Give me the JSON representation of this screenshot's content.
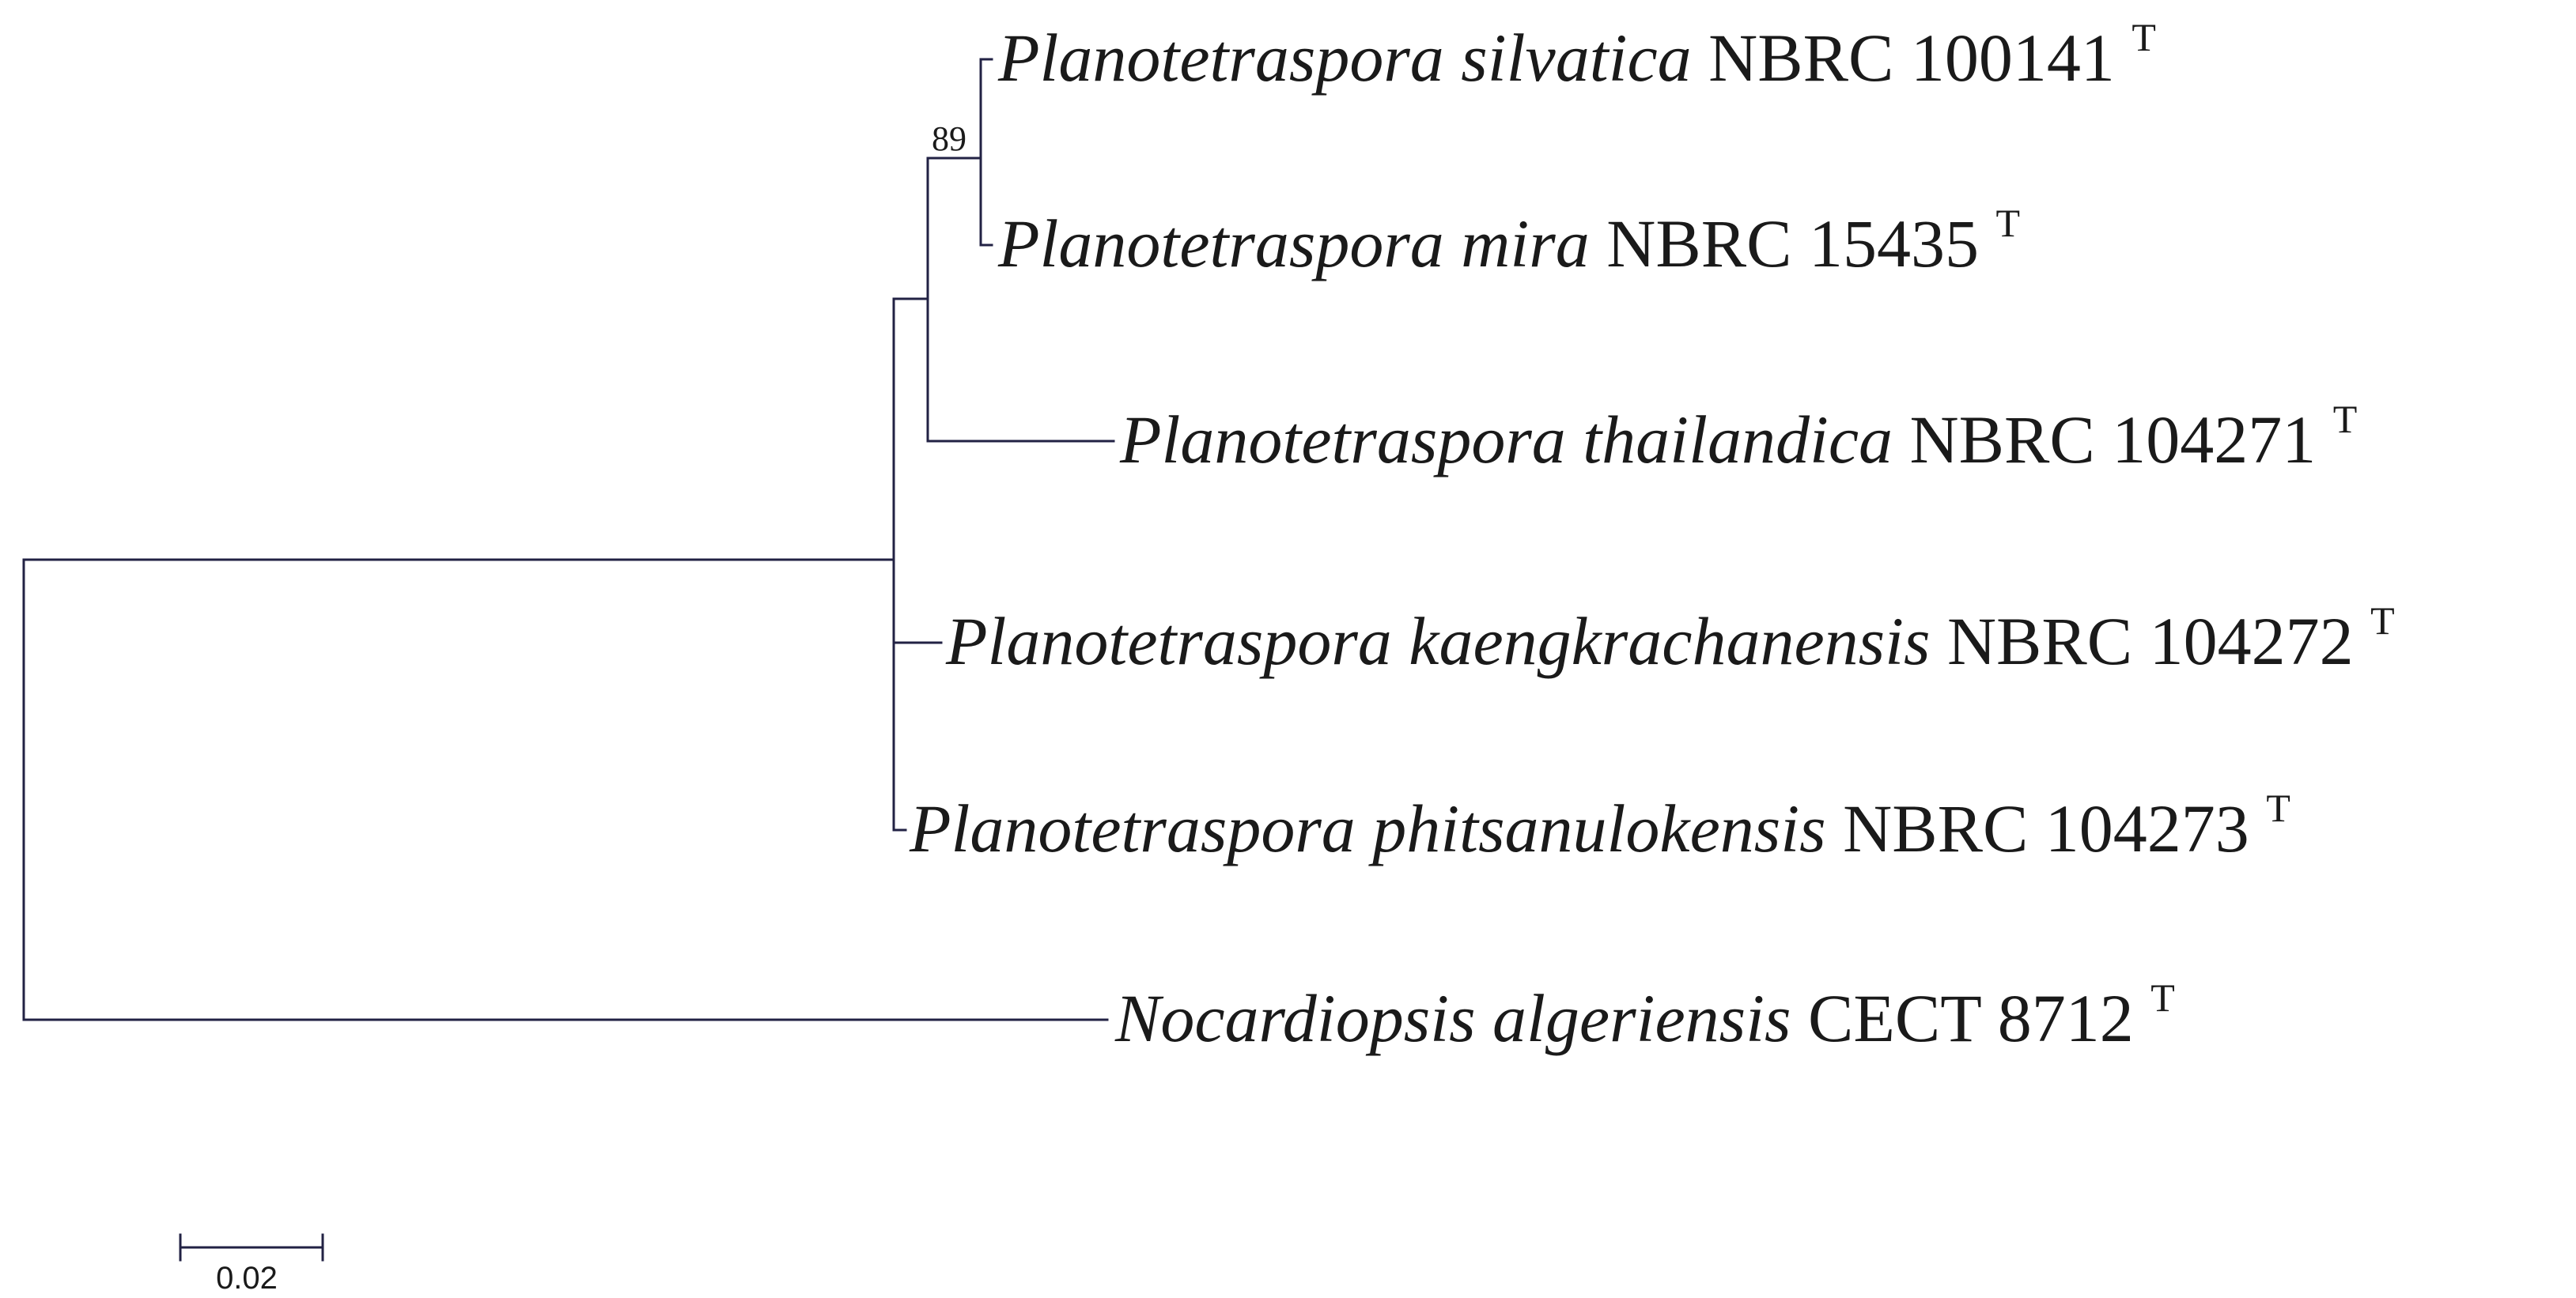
{
  "tree": {
    "taxa": [
      {
        "id": "silvatica",
        "species": "Planotetraspora silvatica",
        "strain": "NBRC 100141",
        "type_mark": "T"
      },
      {
        "id": "mira",
        "species": "Planotetraspora mira",
        "strain": "NBRC 15435",
        "type_mark": "T"
      },
      {
        "id": "thailandica",
        "species": "Planotetraspora thailandica",
        "strain": "NBRC 104271",
        "type_mark": "T"
      },
      {
        "id": "kaengkrachanensis",
        "species": "Planotetraspora kaengkrachanensis",
        "strain": "NBRC 104272",
        "type_mark": "T"
      },
      {
        "id": "phitsanulokensis",
        "species": "Planotetraspora phitsanulokensis",
        "strain": "NBRC 104273",
        "type_mark": "T"
      },
      {
        "id": "algeriensis",
        "species": "Nocardiopsis algeriensis",
        "strain": "CECT 8712",
        "type_mark": "T"
      }
    ],
    "bootstrap": [
      {
        "clade": "silvatica+mira",
        "value": "89"
      }
    ],
    "scale_bar": {
      "label": "0.02",
      "length": 0.02
    }
  }
}
